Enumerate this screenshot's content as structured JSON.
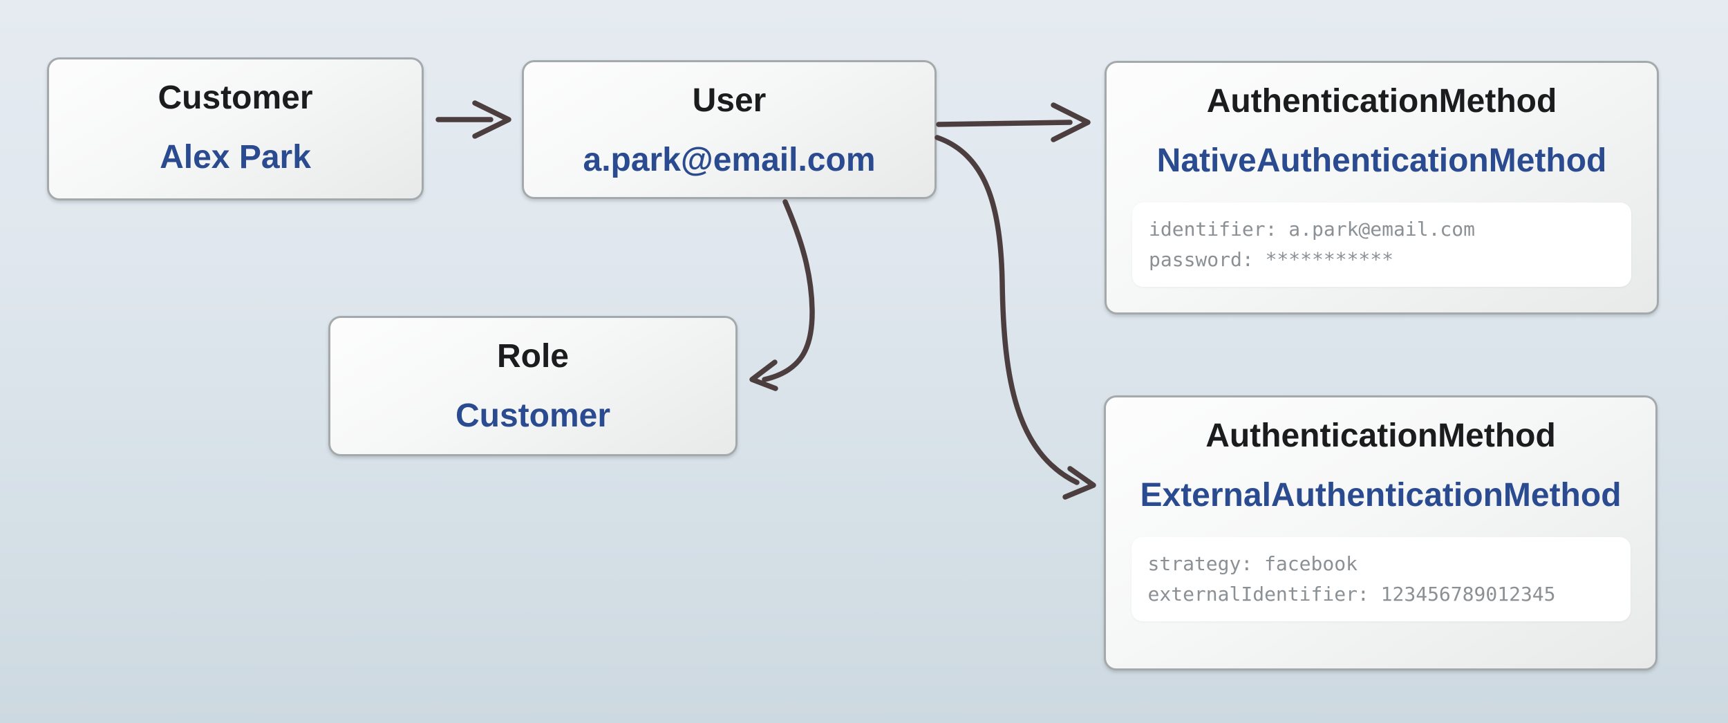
{
  "colors": {
    "background_top": "#e5ebf1",
    "background_bottom": "#cdd9e0",
    "node_title": "#1c1c1e",
    "node_value_blue": "#2b4b90",
    "attribute_gray": "#8b9094",
    "arrow": "#4c3e3e",
    "node_border": "#a4aaac"
  },
  "nodes": [
    {
      "id": "customer",
      "title": "Customer",
      "value": "Alex Park"
    },
    {
      "id": "user",
      "title": "User",
      "value": "a.park@email.com"
    },
    {
      "id": "role",
      "title": "Role",
      "value": "Customer"
    },
    {
      "id": "auth-native",
      "title": "AuthenticationMethod",
      "value": "NativeAuthenticationMethod",
      "attributes": {
        "line1": "identifier: a.park@email.com",
        "line2": "password: ***********"
      }
    },
    {
      "id": "auth-external",
      "title": "AuthenticationMethod",
      "value": "ExternalAuthenticationMethod",
      "attributes": {
        "line1": "strategy: facebook",
        "line2": "externalIdentifier: 123456789012345"
      }
    }
  ],
  "arrows": [
    {
      "from": "Customer",
      "to": "User"
    },
    {
      "from": "User",
      "to": "AuthenticationMethod (Native)"
    },
    {
      "from": "User",
      "to": "Role"
    },
    {
      "from": "User",
      "to": "AuthenticationMethod (External)"
    }
  ]
}
